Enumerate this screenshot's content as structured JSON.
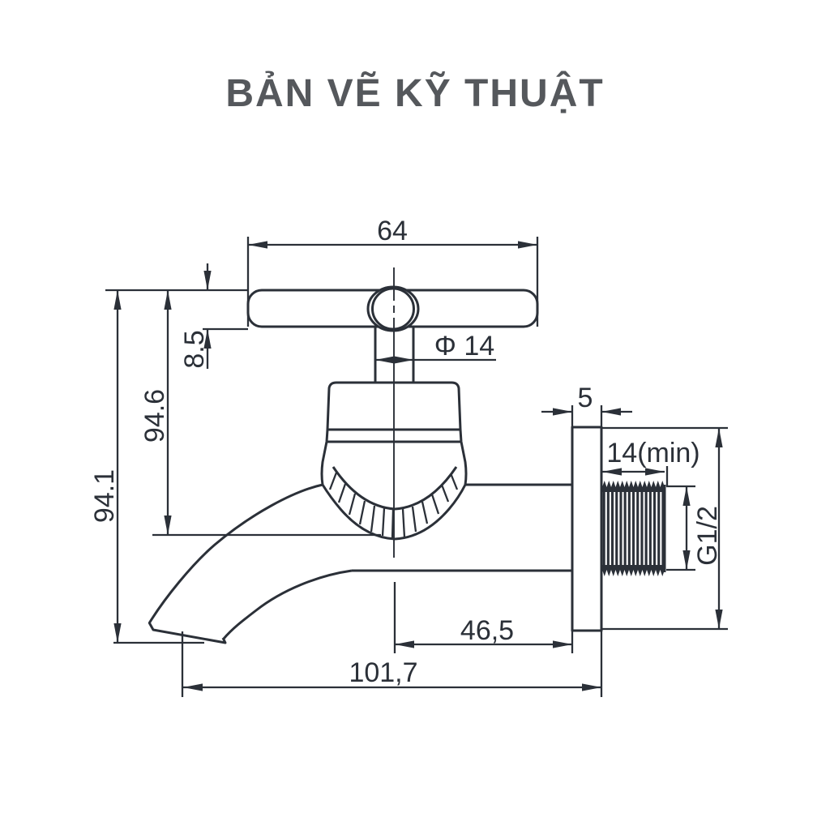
{
  "title": "BẢN VẼ KỸ THUẬT",
  "colors": {
    "background": "#ffffff",
    "line": "#2b3038",
    "title_text": "#55585c"
  },
  "drawing": {
    "type": "technical-drawing",
    "dimensions": {
      "handle_width": "64",
      "handle_thickness": "8.5",
      "stem_diameter": "Φ 14",
      "height_to_spout_outlet": "94.6",
      "overall_height": "94.1",
      "flange_thickness": "5",
      "thread_length_min": "14(min)",
      "thread_size": "G1/2",
      "center_to_wall_face": "46,5",
      "overall_length": "101,7"
    }
  }
}
